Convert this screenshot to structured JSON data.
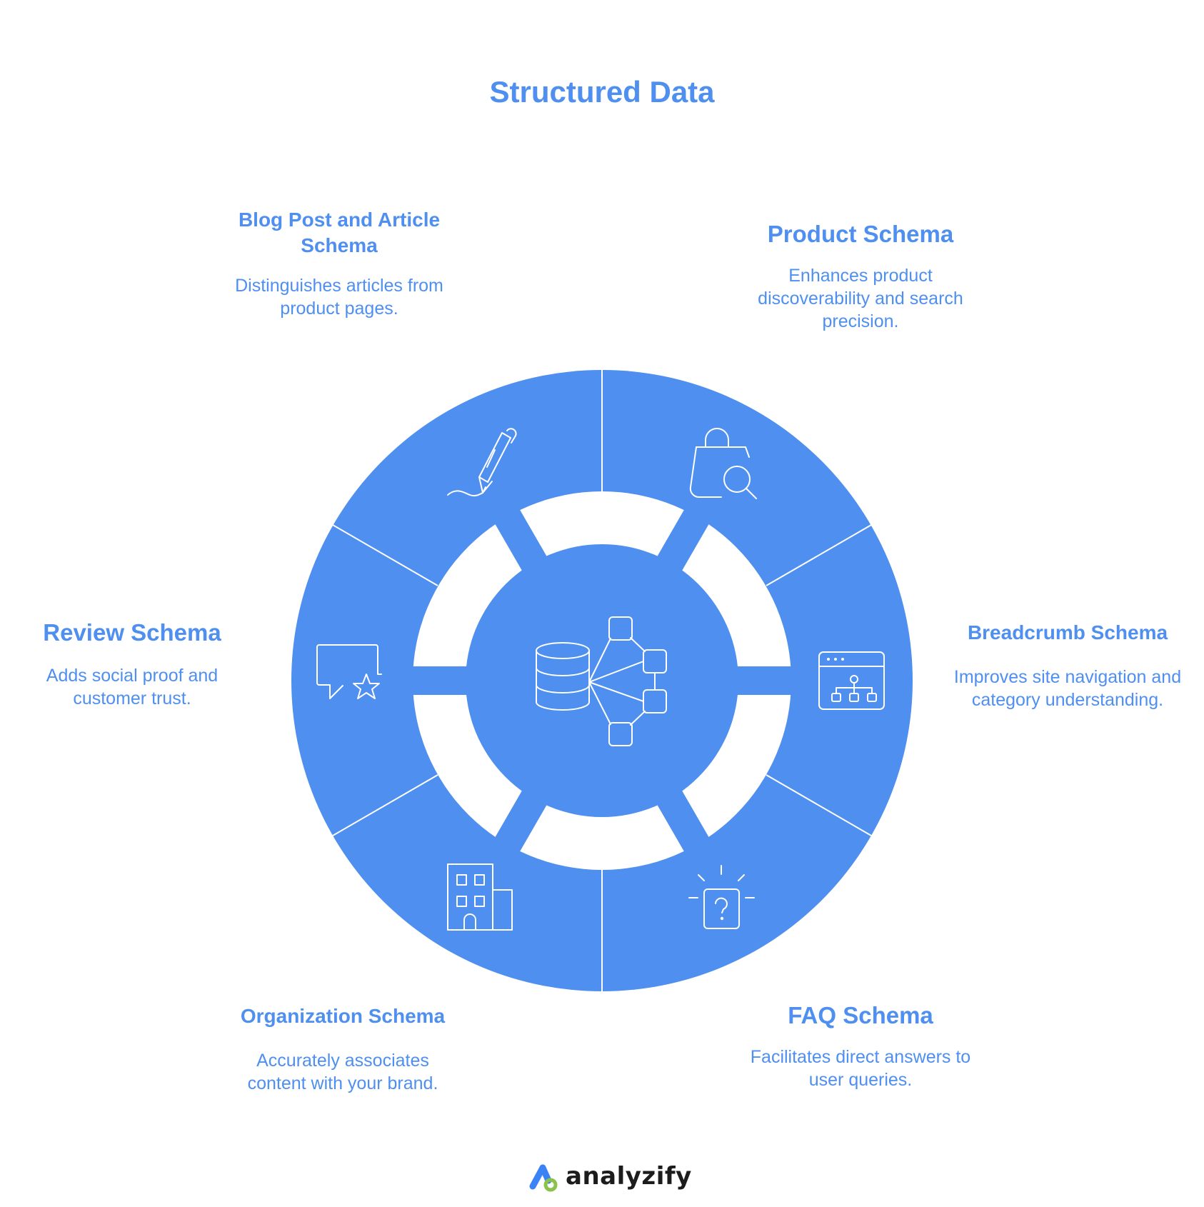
{
  "title": "Structured Data",
  "colors": {
    "accent": "#4e8ff0",
    "background": "#ffffff",
    "logo_blue": "#3b82f6",
    "logo_green": "#8bc34a"
  },
  "center": {
    "icon": "database-network-icon"
  },
  "segments": [
    {
      "id": "blog",
      "title": "Blog Post and Article Schema",
      "description": "Distinguishes articles from product pages.",
      "icon": "pen-icon"
    },
    {
      "id": "product",
      "title": "Product Schema",
      "description": "Enhances product discoverability and search precision.",
      "icon": "shopping-bag-search-icon"
    },
    {
      "id": "breadcrumb",
      "title": "Breadcrumb Schema",
      "description": "Improves site navigation and category understanding.",
      "icon": "browser-sitemap-icon"
    },
    {
      "id": "faq",
      "title": "FAQ Schema",
      "description": "Facilitates direct answers to user queries.",
      "icon": "question-box-icon"
    },
    {
      "id": "organization",
      "title": "Organization Schema",
      "description": "Accurately associates content with your brand.",
      "icon": "building-icon"
    },
    {
      "id": "review",
      "title": "Review Schema",
      "description": "Adds social proof and customer trust.",
      "icon": "review-star-icon"
    }
  ],
  "brand": {
    "name": "analyzify",
    "icon": "analyzify-logo-icon"
  }
}
